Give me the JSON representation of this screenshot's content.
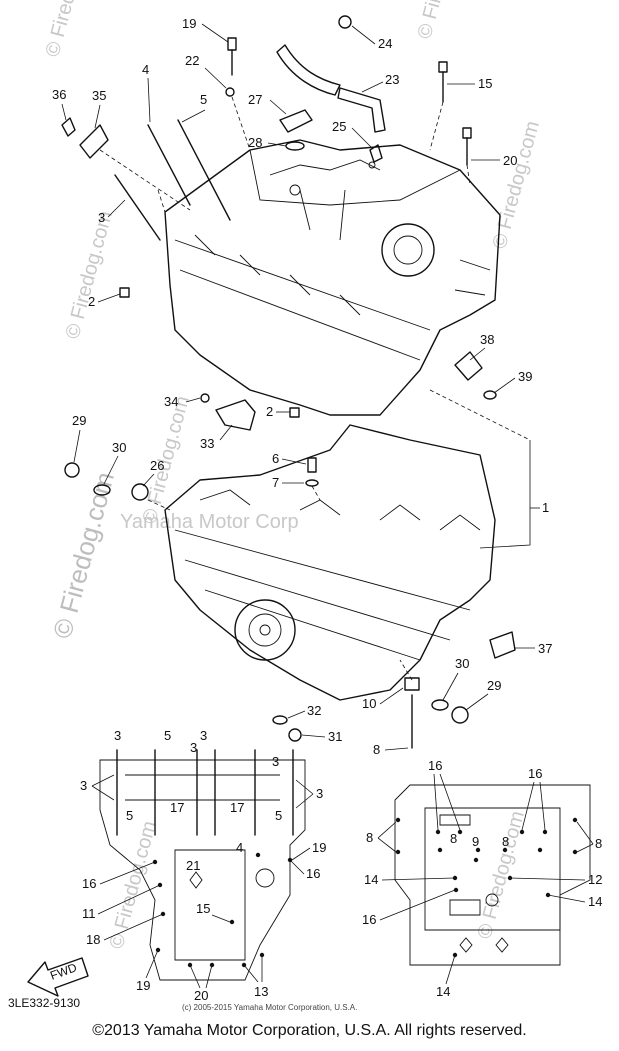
{
  "diagram": {
    "part_code": "3LE332-9130",
    "inner_copyright": "(c) 2005-2015 Yamaha Motor Corporation, U.S.A.",
    "footer_copyright": "©2013 Yamaha Motor Corporation, U.S.A. All rights reserved.",
    "watermark_site": "© Firedog.com",
    "watermark_brand": "Yamaha Motor Corp",
    "fwd_label": "FWD",
    "callouts": {
      "c1": "1",
      "c2a": "2",
      "c2b": "2",
      "c3": "3",
      "c4": "4",
      "c5": "5",
      "c6": "6",
      "c7": "7",
      "c8": "8",
      "c10": "10",
      "c15": "15",
      "c19": "19",
      "c20": "20",
      "c22": "22",
      "c23": "23",
      "c24": "24",
      "c25": "25",
      "c26": "26",
      "c27": "27",
      "c28": "28",
      "c29a": "29",
      "c29b": "29",
      "c30a": "30",
      "c30b": "30",
      "c31": "31",
      "c32": "32",
      "c33": "33",
      "c34": "34",
      "c35": "35",
      "c36": "36",
      "c37": "37",
      "c38": "38",
      "c39": "39"
    },
    "left_view": {
      "l3a": "3",
      "l3b": "3",
      "l3c": "3",
      "l3d": "3",
      "l3e": "3",
      "l3f": "3",
      "l5a": "5",
      "l5b": "5",
      "l5c": "5",
      "l17a": "17",
      "l17b": "17",
      "l4": "4",
      "l19a": "19",
      "l19b": "19",
      "l16a": "16",
      "l16b": "16",
      "l21": "21",
      "l11": "11",
      "l15": "15",
      "l18": "18",
      "l20": "20",
      "l13": "13"
    },
    "right_view": {
      "r16a": "16",
      "r16b": "16",
      "r8a": "8",
      "r8b": "8",
      "r8c": "8",
      "r8d": "8",
      "r9": "9",
      "r14a": "14",
      "r14b": "14",
      "r14c": "14",
      "r16c": "16",
      "r12": "12"
    }
  }
}
